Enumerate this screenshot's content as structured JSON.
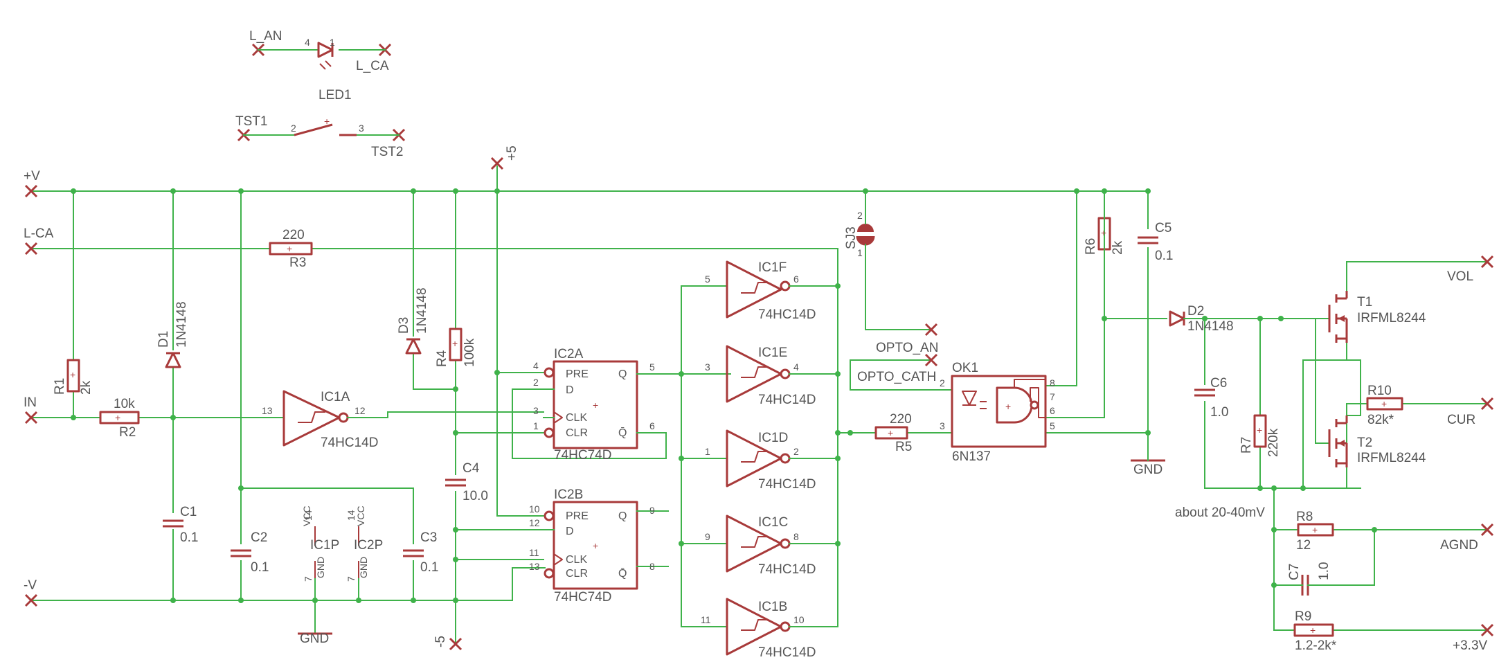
{
  "nets": {
    "l_an": "L_AN",
    "l_ca_top": "L_CA",
    "plus_v": "+V",
    "l_ca": "L-CA",
    "in": "IN",
    "minus_v": "-V",
    "plus5": "+5",
    "minus5": "-5",
    "gnd_a": "GND",
    "gnd_b": "GND",
    "opto_an": "OPTO_AN",
    "opto_cath": "OPTO_CATH",
    "vol": "VOL",
    "cur": "CUR",
    "agnd": "AGND",
    "v33": "+3.3V",
    "note": "about 20-40mV"
  },
  "parts": {
    "led1": "LED1",
    "tst1": "TST1",
    "tst2": "TST2",
    "r1": "R1",
    "r1v": "2k",
    "r2": "R2",
    "r2v": "10k",
    "r3": "R3",
    "r3v": "220",
    "r4": "R4",
    "r4v": "100k",
    "r5": "R5",
    "r5v": "220",
    "r6": "R6",
    "r6v": "2k",
    "r7": "R7",
    "r7v": "220k",
    "r8": "R8",
    "r8v": "12",
    "r9": "R9",
    "r9v": "1.2-2k*",
    "r10": "R10",
    "r10v": "82k*",
    "c1": "C1",
    "c1v": "0.1",
    "c2": "C2",
    "c2v": "0.1",
    "c3": "C3",
    "c3v": "0.1",
    "c4": "C4",
    "c4v": "10.0",
    "c5": "C5",
    "c5v": "0.1",
    "c6": "C6",
    "c6v": "1.0",
    "c7": "C7",
    "c7v": "1.0",
    "d1": "D1",
    "d1v": "1N4148",
    "d2": "D2",
    "d2v": "1N4148",
    "d3": "D3",
    "d3v": "1N4148",
    "sj3": "SJ3",
    "ok1": "OK1",
    "ok1v": "6N137",
    "t1": "T1",
    "t1v": "IRFML8244",
    "t2": "T2",
    "t2v": "IRFML8244",
    "ic1a": "IC1A",
    "ic1b": "IC1B",
    "ic1c": "IC1C",
    "ic1d": "IC1D",
    "ic1e": "IC1E",
    "ic1f": "IC1F",
    "ic14": "74HC14D",
    "ic2a": "IC2A",
    "ic2b": "IC2B",
    "ic74": "74HC74D",
    "ic1p": "IC1P",
    "ic2p": "IC2P",
    "vcc": "VCC",
    "gnd": "GND"
  },
  "ff_pins": {
    "pre": "PRE",
    "d": "D",
    "clk": "CLK",
    "clr": "CLR",
    "q": "Q",
    "qbar": "Q̄"
  },
  "pin_numbers": {
    "led_4": "4",
    "led_1": "1",
    "tst_2": "2",
    "tst_3": "3",
    "sj_2": "2",
    "sj_1": "1",
    "ic1a_in": "13",
    "ic1a_out": "12",
    "ic1f_in": "5",
    "ic1f_out": "6",
    "ic1e_in": "3",
    "ic1e_out": "4",
    "ic1d_in": "1",
    "ic1d_out": "2",
    "ic1c_in": "9",
    "ic1c_out": "8",
    "ic1b_in": "11",
    "ic1b_out": "10",
    "ic2a_pre": "4",
    "ic2a_d": "2",
    "ic2a_clk": "3",
    "ic2a_clr": "1",
    "ic2a_q": "5",
    "ic2a_qb": "6",
    "ic2b_pre": "10",
    "ic2b_d": "12",
    "ic2b_clk": "11",
    "ic2b_clr": "13",
    "ic2b_q": "9",
    "ic2b_qb": "8",
    "ok_2": "2",
    "ok_3": "3",
    "ok_8": "8",
    "ok_7": "7",
    "ok_6": "6",
    "ok_5": "5",
    "p14a": "14",
    "p7a": "7",
    "p14b": "14",
    "p7b": "7"
  }
}
